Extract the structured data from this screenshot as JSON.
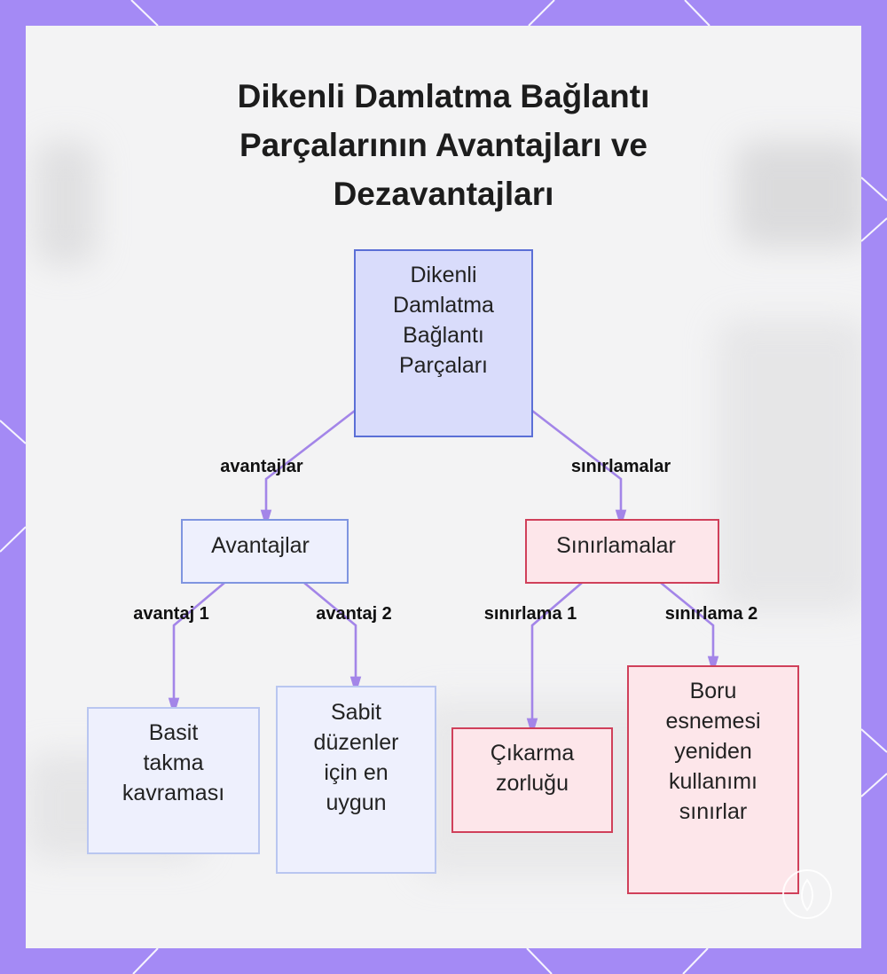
{
  "title": [
    "Dikenli Damlatma Bağlantı",
    "Parçalarının Avantajları ve",
    "Dezavantajları"
  ],
  "nodes": {
    "root": [
      "Dikenli",
      "Damlatma",
      "Bağlantı",
      "Parçaları"
    ],
    "advantages": [
      "Avantajlar"
    ],
    "limitations": [
      "Sınırlamalar"
    ],
    "adv1": [
      "Basit",
      "takma",
      "kavraması"
    ],
    "adv2": [
      "Sabit",
      "düzenler",
      "için en",
      "uygun"
    ],
    "lim1": [
      "Çıkarma",
      "zorluğu"
    ],
    "lim2": [
      "Boru",
      "esnemesi",
      "yeniden",
      "kullanımı",
      "sınırlar"
    ]
  },
  "edges": {
    "advantages": "avantajlar",
    "limitations": "sınırlamalar",
    "adv1": "avantaj 1",
    "adv2": "avantaj 2",
    "lim1": "sınırlama 1",
    "lim2": "sınırlama 2"
  },
  "colors": {
    "frame": "#a48af5",
    "edge": "#a385e8",
    "root_fill": "#d9dcfb",
    "root_border": "#5b6fd6",
    "positive_fill": "#eef0fd",
    "negative_fill": "#fde6ea",
    "negative_border": "#d0405a"
  }
}
